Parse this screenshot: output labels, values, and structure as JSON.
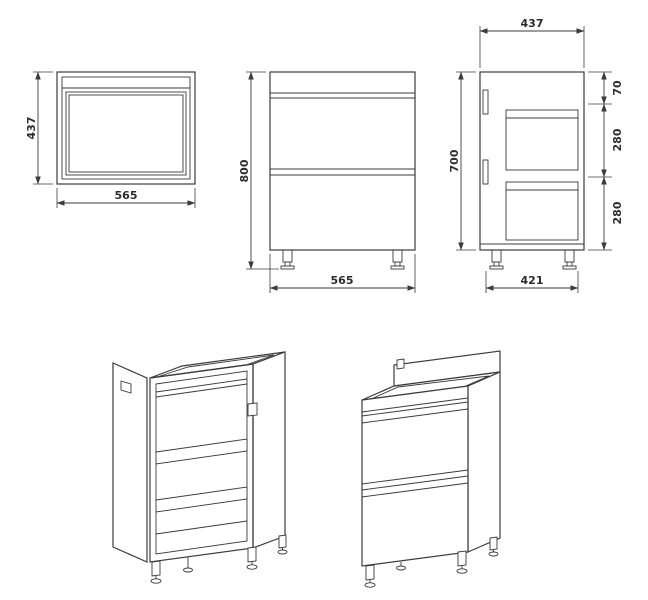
{
  "page": {
    "background": "#ffffff",
    "line_color": "#3b3b3b",
    "content": "cabinet technical drawing with three orthographic views and two isometric views"
  },
  "plan_view": {
    "depth_dim": "437",
    "width_dim": "565"
  },
  "front_view": {
    "height_dim": "800",
    "width_dim": "565"
  },
  "side_view": {
    "top_width_dim": "437",
    "height_dim": "700",
    "bottom_width_dim": "421",
    "segment_dims": [
      "70",
      "280",
      "280"
    ]
  }
}
